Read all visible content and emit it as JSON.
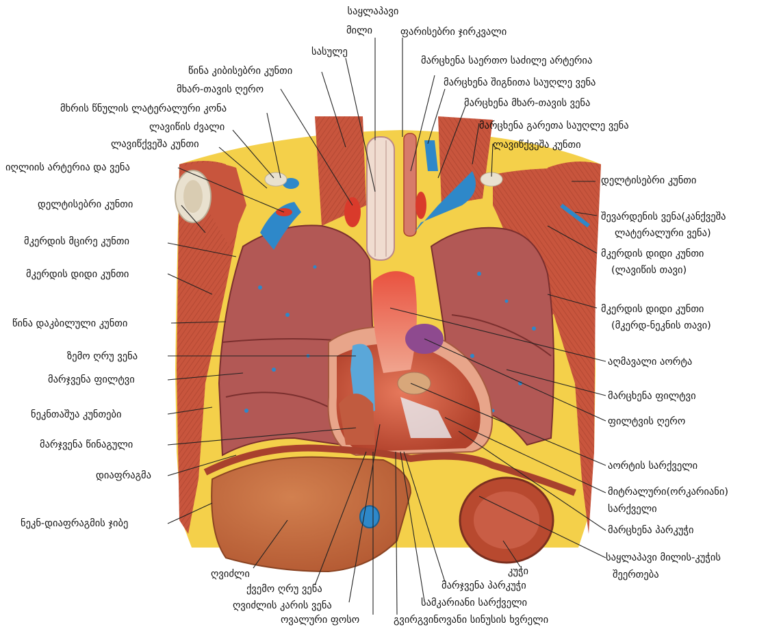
{
  "figure": {
    "colors": {
      "muscle": "#c8553d",
      "muscle_light": "#de8a6c",
      "fat": "#f4d04a",
      "lung": "#b25855",
      "lung_dark": "#8f3f3e",
      "vein": "#2e88c9",
      "artery": "#d93a2b",
      "liver": "#c56a3e",
      "stomach": "#b8492f",
      "pericardium": "#e8a58a",
      "bone": "#e9e1cf",
      "leader": "#222222"
    },
    "labels": {
      "esophagus_top": "საყლაპავი",
      "esophagus_bottom": "მილი",
      "thyroid": "ფარისებრი ჯირკვალი",
      "trachea": "სასულე",
      "l_common_carotid": "მარცხენა საერთო საძილე არტერია",
      "ant_scalene": "წინა კიბისებრი კუნთი",
      "l_internal_jugular": "მარცხენა შიგნითა საუღლე ვენა",
      "brachiocephalic_trunk": "მხარ-თავის ღერო",
      "l_brachiocephalic_vein": "მარცხენა მხარ-თავის ვენა",
      "coracoid_lateral_cone": "მხრის წნულის ლატერალური კონა",
      "l_external_jugular": "მარცხენა გარეთა საუღლე ვენა",
      "clavicle_top": "ლავიწის ძვალი",
      "subclavius_right": "ლავიწქვეშა კუნთი",
      "subclavius_left": "ლავიწქვეშა კუნთი",
      "axillary": "იღლიის არტერია და ვენა",
      "deltoid_right": "დელტისებრი კუნთი",
      "deltoid_left": "დელტისებრი კუნთი",
      "cephalic_1": "შევარდენის ვენა(კანქვეშა",
      "cephalic_2": "ლატერალური ვენა)",
      "pec_minor": "მკერდის მცირე კუნთი",
      "pec_major_clav_1": "მკერდის დიდი კუნთი",
      "pec_major_clav_2": "(ლავიწის თავი)",
      "pec_major_right": "მკერდის დიდი კუნთი",
      "pec_major_stern_1": "მკერდის დიდი კუნთი",
      "pec_major_stern_2": "(მკერდ-ნეკნის თავი)",
      "serratus": "წინა დაკბილული კუნთი",
      "asc_aorta": "აღმავალი აორტა",
      "svc": "ზემო ღრუ ვენა",
      "right_lung": "მარჯვენა ფილტვი",
      "left_lung": "მარცხენა ფილტვი",
      "intercostals": "ნეკნთაშუა კუნთები",
      "pulm_trunk": "ფილტვის ღერო",
      "right_atrium": "მარჯვენა წინაგული",
      "aortic_valve": "აორტის სარქველი",
      "diaphragm": "დიაფრაგმა",
      "mitral_1": "მიტრალური(ორკარიანი)",
      "mitral_2": "სარქველი",
      "costodiaphragmatic": "ნეკნ-დიაფრაგმის ჯიბე",
      "left_ventricle": "მარცხენა პარკუჭი",
      "ge_junction_1": "საყლაპავი მილის-კუჭის",
      "ge_junction_2": "შეერთება",
      "liver": "ღვიძლი",
      "stomach": "კუჭი",
      "ivc": "ქვემო ღრუ ვენა",
      "right_ventricle": "მარჯვენა პარკუჭი",
      "hepatic_portal": "ღვიძლის კარის ვენა",
      "tricuspid": "სამკარიანი სარქველი",
      "fossa_ovalis": "ოვალური ფოსო",
      "coronary_sinus": "გვირგვინოვანი სინუსის ხვრელი"
    }
  }
}
